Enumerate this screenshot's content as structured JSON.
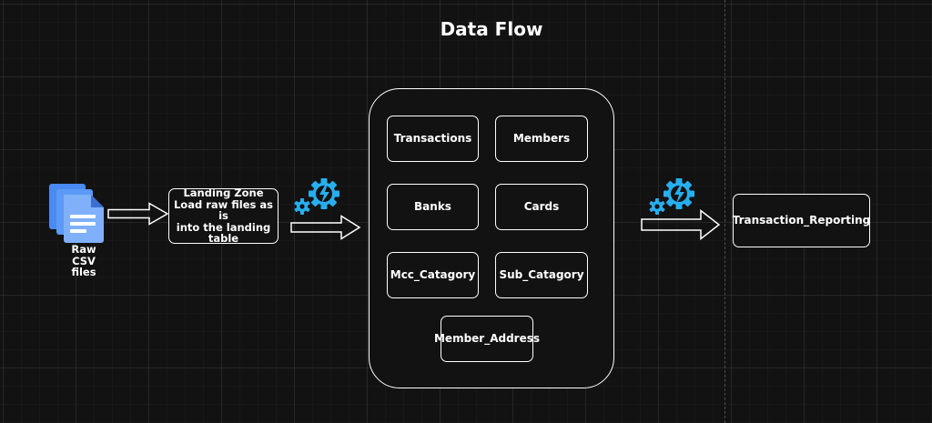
{
  "title": "Data Flow",
  "source": {
    "icon": "document-stack-icon",
    "label_line1": "Raw CSV",
    "label_line2": "files"
  },
  "landing_zone": {
    "line1": "Landing Zone",
    "line2": "Load raw files as is",
    "line3": "into the landing",
    "line4": "table"
  },
  "transform_icon": "gear-lightning-icon",
  "tables": [
    "Transactions",
    "Members",
    "Banks",
    "Cards",
    "Mcc_Catagory",
    "Sub_Catagory",
    "Member_Address"
  ],
  "output": {
    "label": "Transaction_Reporting"
  },
  "colors": {
    "background": "#121212",
    "stroke": "#ffffff",
    "accent": "#27AEEF",
    "file_icon_blue": "#4A8AF4"
  }
}
